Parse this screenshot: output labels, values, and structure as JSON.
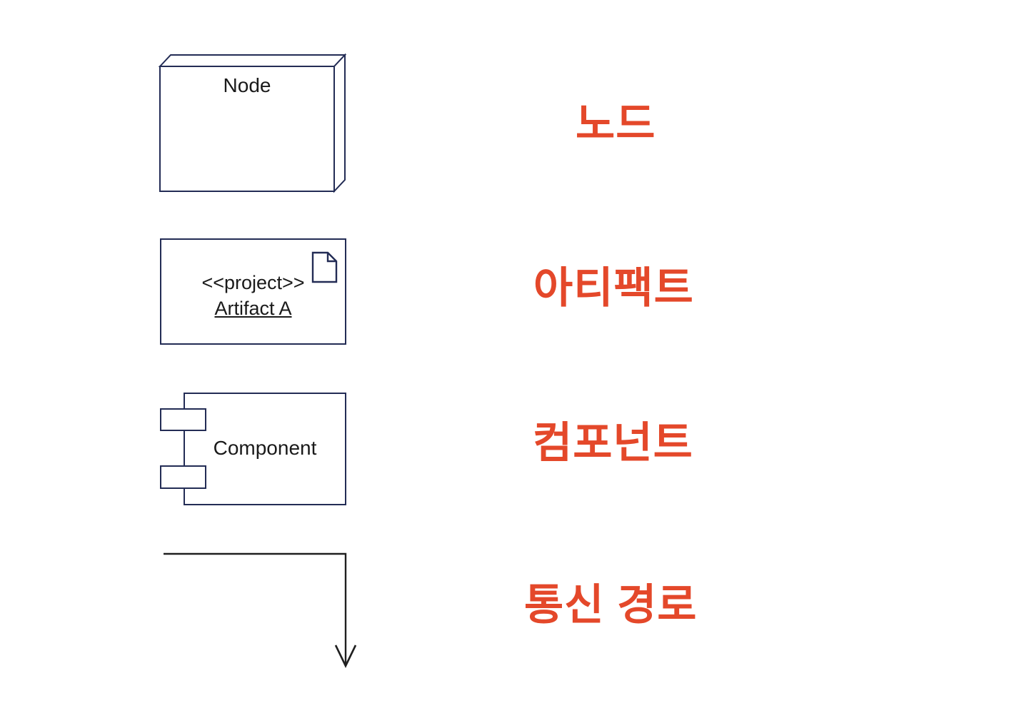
{
  "diagram": {
    "title": "UML deployment diagram notation legend",
    "colors": {
      "background": "#ffffff",
      "shape_border": "#232c55",
      "shape_text": "#1a1a1a",
      "legend_red": "#e4482a",
      "arrow": "#1f1f1f"
    },
    "rows": [
      {
        "shape": "node",
        "shape_label": "Node",
        "korean_label": "노드"
      },
      {
        "shape": "artifact",
        "stereotype": "<<project>>",
        "shape_label": "Artifact A",
        "korean_label": "아티팩트"
      },
      {
        "shape": "component",
        "shape_label": "Component",
        "korean_label": "컴포넌트"
      },
      {
        "shape": "communication-path",
        "korean_label": "통신 경로"
      }
    ]
  }
}
